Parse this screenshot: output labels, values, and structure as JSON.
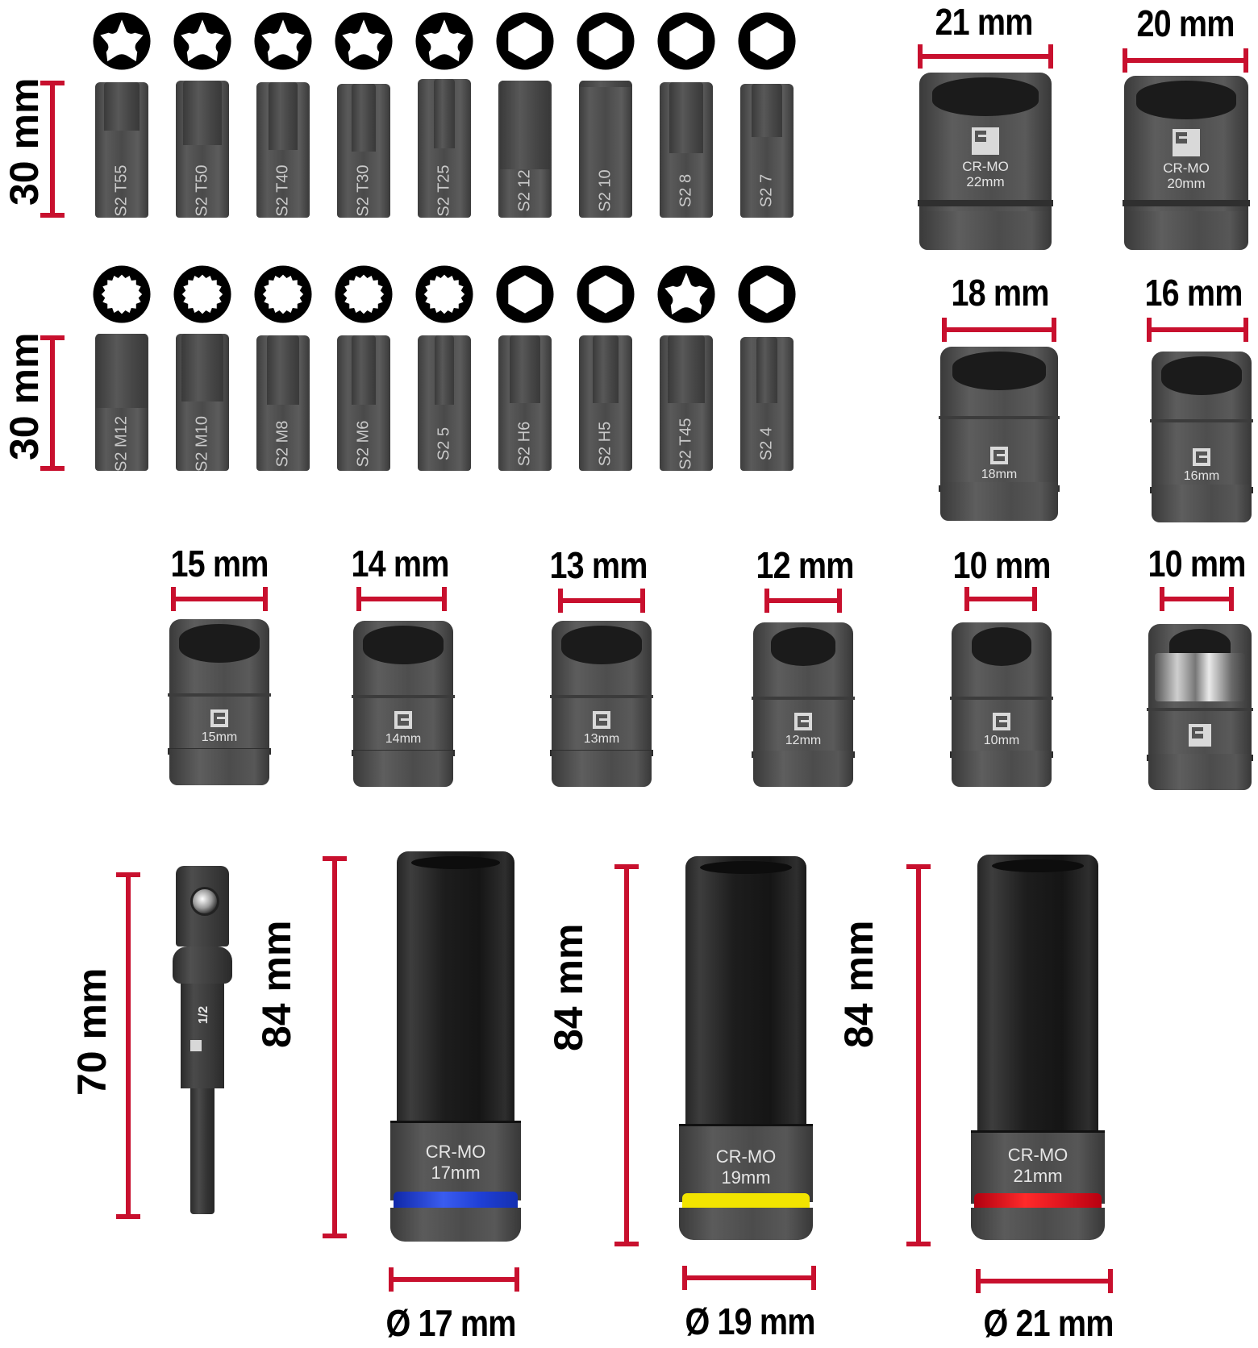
{
  "title": "Impact bit and socket set dimensions",
  "colors": {
    "dimension_line": "#c8102e",
    "steel": "#4a4a4a",
    "ring_blue": "#1f3fd6",
    "ring_yellow": "#f2e400",
    "ring_red": "#e0141e"
  },
  "bits": {
    "row1": {
      "length_label": "30 mm",
      "items": [
        {
          "profile": "torx",
          "label": "S2 T55"
        },
        {
          "profile": "torx",
          "label": "S2 T50"
        },
        {
          "profile": "torx",
          "label": "S2 T40"
        },
        {
          "profile": "torx",
          "label": "S2 T30"
        },
        {
          "profile": "torx",
          "label": "S2 T25"
        },
        {
          "profile": "hex",
          "label": "S2 12"
        },
        {
          "profile": "hex",
          "label": "S2 10"
        },
        {
          "profile": "hex",
          "label": "S2 8"
        },
        {
          "profile": "hex",
          "label": "S2 7"
        }
      ]
    },
    "row2": {
      "length_label": "30 mm",
      "items": [
        {
          "profile": "spline",
          "label": "S2 M12"
        },
        {
          "profile": "spline",
          "label": "S2 M10"
        },
        {
          "profile": "spline",
          "label": "S2 M8"
        },
        {
          "profile": "spline",
          "label": "S2 M6"
        },
        {
          "profile": "spline",
          "label": "S2 5"
        },
        {
          "profile": "hex",
          "label": "S2 H6"
        },
        {
          "profile": "hex",
          "label": "S2 H5"
        },
        {
          "profile": "torx",
          "label": "S2 T45"
        },
        {
          "profile": "hex",
          "label": "S2 4"
        }
      ]
    }
  },
  "sockets_right": [
    {
      "dim_label": "21 mm",
      "text1": "CR-MO",
      "text2": "22mm"
    },
    {
      "dim_label": "20 mm",
      "text1": "CR-MO",
      "text2": "20mm"
    },
    {
      "dim_label": "18 mm",
      "text1": "",
      "text2": "18mm"
    },
    {
      "dim_label": "16 mm",
      "text1": "",
      "text2": "16mm"
    }
  ],
  "sockets_row": [
    {
      "dim_label": "15 mm",
      "text": "15mm"
    },
    {
      "dim_label": "14 mm",
      "text": "14mm"
    },
    {
      "dim_label": "13 mm",
      "text": "13mm"
    },
    {
      "dim_label": "12 mm",
      "text": "12mm"
    },
    {
      "dim_label": "10 mm",
      "text": "10mm"
    },
    {
      "dim_label": "10 mm",
      "text": ""
    }
  ],
  "adapter": {
    "length_label": "70 mm",
    "marking": "1/2"
  },
  "deep_sockets": [
    {
      "height_label": "84 mm",
      "text1": "CR-MO",
      "text2": "17mm",
      "diameter_label": "Ø 17 mm",
      "ring": "blue"
    },
    {
      "height_label": "84 mm",
      "text1": "CR-MO",
      "text2": "19mm",
      "diameter_label": "Ø 19 mm",
      "ring": "yellow"
    },
    {
      "height_label": "84 mm",
      "text1": "CR-MO",
      "text2": "21mm",
      "diameter_label": "Ø 21 mm",
      "ring": "red"
    }
  ]
}
